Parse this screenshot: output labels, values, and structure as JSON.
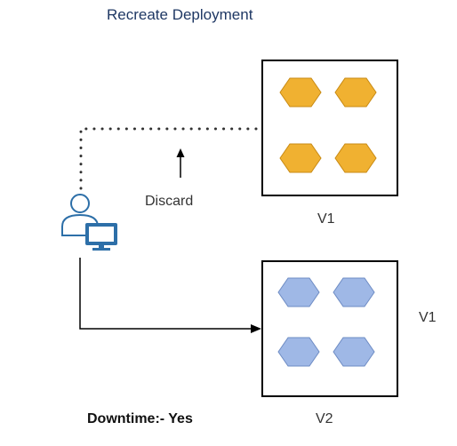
{
  "title": "Recreate Deployment",
  "discard_label": "Discard",
  "boxes": {
    "old": {
      "label": "V1",
      "hex_color": "#f0b131",
      "hex_stroke": "#c88a14"
    },
    "new": {
      "label": "V2",
      "side_label": "V1",
      "hex_color": "#9fb8e6",
      "hex_stroke": "#6e8cc4"
    }
  },
  "downtime_label": "Downtime:- Yes",
  "icons": {
    "user": "user-with-monitor-icon"
  },
  "colors": {
    "line": "#000000",
    "icon": "#2d6fa8"
  }
}
